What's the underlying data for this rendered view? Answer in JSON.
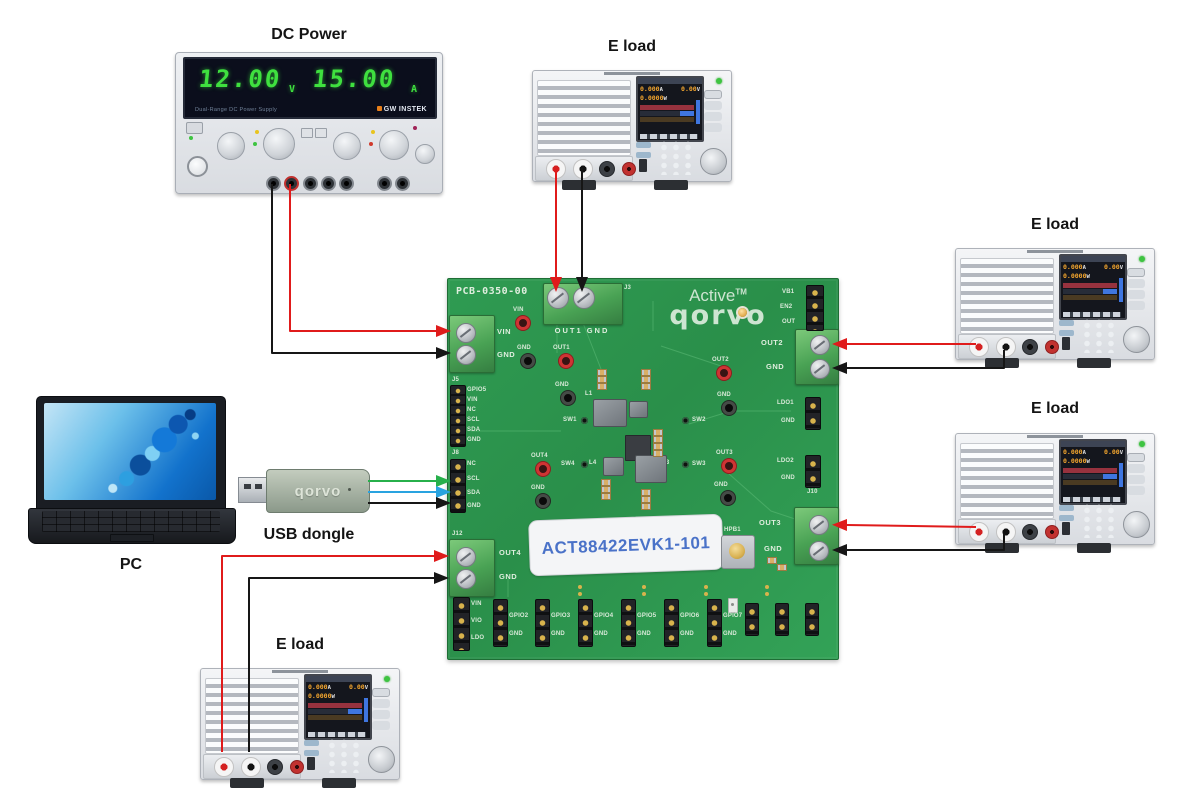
{
  "titles": {
    "dc_power": "DC Power",
    "pc": "PC",
    "usb_dongle": "USB dongle"
  },
  "dc_supply": {
    "voltage": "12.00",
    "voltage_unit": "V",
    "current": "15.00",
    "current_unit": "A",
    "series_text": "Dual-Range DC Power Supply",
    "brand": "GW INSTEK"
  },
  "eload": {
    "label": "E load",
    "screen": {
      "a": "0.000",
      "a_unit": "A",
      "v": "0.00",
      "v_unit": "V",
      "w": "0.0000",
      "w_unit": "W"
    }
  },
  "dongle": {
    "brand": "qorvo"
  },
  "board": {
    "pcb_id": "PCB-0350-00",
    "logo": {
      "active": "Active",
      "tm": "TM",
      "brand": "qorvo"
    },
    "sticker": "ACT88422EVK1-101",
    "j3": {
      "ref": "J3",
      "label": "OUT1 GND"
    },
    "vin_term": {
      "pos": "VIN",
      "neg": "GND"
    },
    "j5": {
      "ref": "J5",
      "pins": [
        "GPIO5",
        "VIN",
        "NC",
        "SCL",
        "SDA",
        "GND"
      ]
    },
    "j8": {
      "ref": "J8",
      "pins": [
        "NC",
        "SCL",
        "SDA",
        "GND"
      ]
    },
    "j12": {
      "ref": "J12",
      "pos": "OUT4",
      "neg": "GND"
    },
    "out2_term": {
      "pos": "OUT2",
      "neg": "GND"
    },
    "out3_term": {
      "pos": "OUT3",
      "neg": "GND"
    },
    "tr_header": {
      "pins": [
        "VB1",
        "EN2",
        "OUT"
      ]
    },
    "ldo1": {
      "pos": "LDO1",
      "neg": "GND"
    },
    "ldo2": {
      "ref": "J10",
      "pos": "LDO2",
      "neg": "GND"
    },
    "tp": {
      "vin": "VIN",
      "gnd": "GND",
      "out1": "OUT1",
      "out2": "OUT2",
      "out3": "OUT3",
      "out4": "OUT4"
    },
    "sw": [
      "SW1",
      "SW2",
      "SW3",
      "SW4"
    ],
    "inductors": [
      "L1",
      "L4",
      "L3"
    ],
    "button_ref": "HPB1",
    "bottom": {
      "power_pins": [
        "VIN",
        "VIO",
        "LDO"
      ],
      "gpio": [
        "GPIO2",
        "GPIO3",
        "GPIO4",
        "GPIO5",
        "GPIO6",
        "GPIO7"
      ],
      "gnd": "GND"
    }
  },
  "colors": {
    "wire_red": "#e01b1b",
    "wire_black": "#161616",
    "wire_green": "#27b04b",
    "wire_blue": "#29a3e0",
    "pcb_green": "#2f9b52",
    "digit_green": "#3fe03f",
    "sticker_text": "#4a72c8"
  }
}
